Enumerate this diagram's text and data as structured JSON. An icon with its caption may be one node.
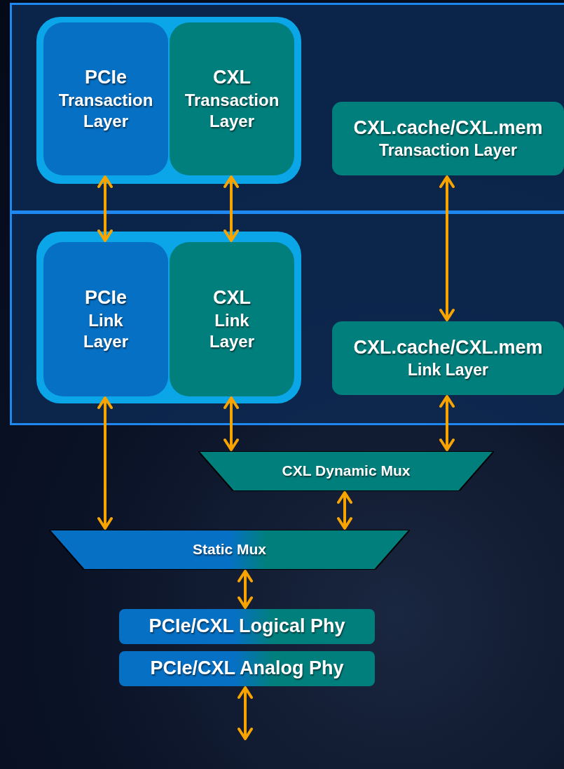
{
  "diagram": {
    "nodes": [
      {
        "text": [],
        "shape": "box"
      },
      {
        "text": [
          "PCIe",
          "Transaction Layer"
        ],
        "in": 0
      },
      {
        "text": [
          "CXL",
          "Transaction Layer"
        ],
        "in": 0
      },
      {
        "text": [
          "CXL.cache/CXL.mem",
          "Transaction Layer"
        ]
      },
      {
        "text": [],
        "shape": "box"
      },
      {
        "text": [
          "PCIe",
          "Link Layer"
        ],
        "in": 4
      },
      {
        "text": [
          "CXL",
          "Link Layer"
        ],
        "in": 4
      },
      {
        "text": [
          "CXL.cache/CXL.mem",
          "Link Layer"
        ]
      },
      {
        "text": [
          "CXL Dynamic Mux"
        ]
      },
      {
        "text": [
          "Static Mux"
        ]
      },
      {
        "text": [
          "PCIe/CXL Logical Phy"
        ]
      },
      {
        "text": [
          "PCIe/CXL Analog Phy"
        ]
      }
    ],
    "edges": [
      {
        "from": 1,
        "to": 5,
        "arrow": "both"
      },
      {
        "from": 2,
        "to": 6,
        "arrow": "both"
      },
      {
        "from": 3,
        "to": 7,
        "arrow": "both"
      },
      {
        "from": 5,
        "to": 9,
        "arrow": "both"
      },
      {
        "from": 6,
        "to": 8,
        "arrow": "both"
      },
      {
        "from": 7,
        "to": 8,
        "arrow": "both"
      },
      {
        "from": 8,
        "to": 9,
        "arrow": "both"
      },
      {
        "from": 9,
        "to": 10,
        "arrow": "both"
      },
      {
        "from": 11,
        "to": null,
        "arrow": "both"
      }
    ]
  }
}
